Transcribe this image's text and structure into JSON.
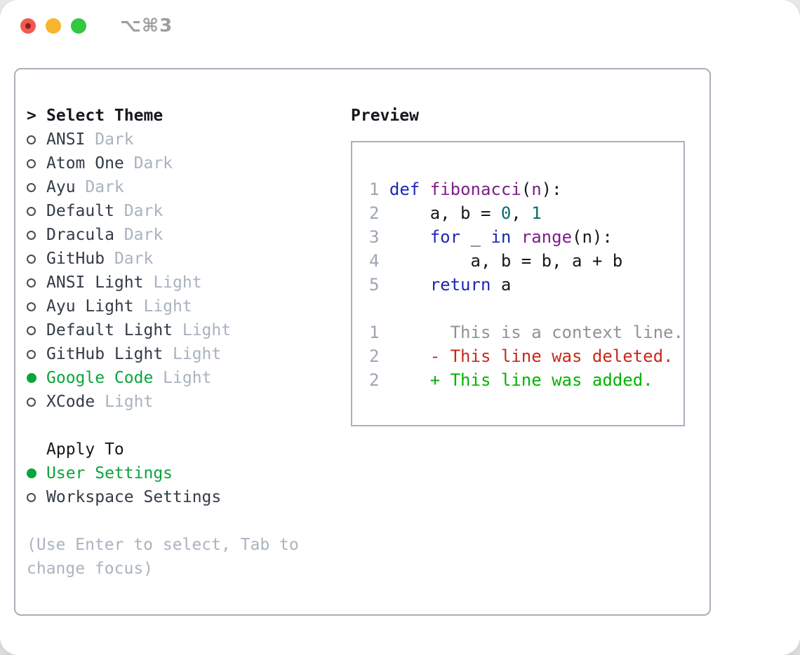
{
  "window": {
    "shortcut": "⌥⌘3",
    "traffic_lights": [
      "close",
      "minimize",
      "zoom"
    ]
  },
  "picker": {
    "header_marker": ">",
    "header_label": "Select Theme",
    "items": [
      {
        "name": "ANSI",
        "variant": "Dark",
        "selected": false
      },
      {
        "name": "Atom One",
        "variant": "Dark",
        "selected": false
      },
      {
        "name": "Ayu",
        "variant": "Dark",
        "selected": false
      },
      {
        "name": "Default",
        "variant": "Dark",
        "selected": false
      },
      {
        "name": "Dracula",
        "variant": "Dark",
        "selected": false
      },
      {
        "name": "GitHub",
        "variant": "Dark",
        "selected": false
      },
      {
        "name": "ANSI Light",
        "variant": "Light",
        "selected": false
      },
      {
        "name": "Ayu Light",
        "variant": "Light",
        "selected": false
      },
      {
        "name": "Default Light",
        "variant": "Light",
        "selected": false
      },
      {
        "name": "GitHub Light",
        "variant": "Light",
        "selected": false
      },
      {
        "name": "Google Code",
        "variant": "Light",
        "selected": true
      },
      {
        "name": "XCode",
        "variant": "Light",
        "selected": false
      }
    ],
    "apply_to_label": "Apply To",
    "apply_options": [
      {
        "label": "User Settings",
        "selected": true
      },
      {
        "label": "Workspace Settings",
        "selected": false
      }
    ],
    "hint_line1": "(Use Enter to select, Tab to",
    "hint_line2": "change focus)"
  },
  "preview": {
    "label": "Preview",
    "lines": [
      {
        "tokens": [
          [
            "1",
            "ln"
          ],
          [
            " ",
            "pl"
          ],
          [
            "def",
            "kw"
          ],
          [
            " ",
            "pl"
          ],
          [
            "fibonacci",
            "fn"
          ],
          [
            "(",
            "pl"
          ],
          [
            "n",
            "fn"
          ],
          [
            "):",
            "pl"
          ]
        ]
      },
      {
        "tokens": [
          [
            "2",
            "ln"
          ],
          [
            "     a, b = ",
            "pl"
          ],
          [
            "0",
            "num"
          ],
          [
            ", ",
            "pl"
          ],
          [
            "1",
            "num"
          ]
        ]
      },
      {
        "tokens": [
          [
            "3",
            "ln"
          ],
          [
            "     ",
            "pl"
          ],
          [
            "for",
            "kw"
          ],
          [
            " _ ",
            "pl"
          ],
          [
            "in",
            "kw"
          ],
          [
            " ",
            "pl"
          ],
          [
            "range",
            "fn"
          ],
          [
            "(n):",
            "pl"
          ]
        ]
      },
      {
        "tokens": [
          [
            "4",
            "ln"
          ],
          [
            "         a, b = b, a + b",
            "pl"
          ]
        ]
      },
      {
        "tokens": [
          [
            "5",
            "ln"
          ],
          [
            "     ",
            "pl"
          ],
          [
            "return",
            "kw"
          ],
          [
            " a",
            "pl"
          ]
        ]
      },
      {
        "tokens": []
      },
      {
        "tokens": [
          [
            "1",
            "ln"
          ],
          [
            "       ",
            "pl"
          ],
          [
            "This is a context line.",
            "ctx"
          ]
        ]
      },
      {
        "tokens": [
          [
            "2",
            "ln"
          ],
          [
            "     ",
            "pl"
          ],
          [
            "- This line was deleted.",
            "del"
          ]
        ]
      },
      {
        "tokens": [
          [
            "2",
            "ln"
          ],
          [
            "     ",
            "pl"
          ],
          [
            "+ This line was added.",
            "add"
          ]
        ]
      }
    ]
  },
  "colors": {
    "accent": "#0aa43c",
    "frame": "#a9b0ba",
    "heading": "#15181d",
    "item": "#333b46",
    "muted": "#a9b2c0",
    "circle": "#454c58",
    "hint": "#aab3bf",
    "linenum": "#9ba5b3",
    "kw": "#1c28b5",
    "fn": "#7c1f87",
    "numlit": "#0c6b6b",
    "code": "#15181d",
    "ctx": "#8f9398",
    "del": "#c9281a",
    "add": "#00b400",
    "tl-red": "#f05b51",
    "tl-red-dot": "#8c1d18",
    "tl-yellow": "#f8b62d",
    "tl-green": "#32c83f",
    "tb-text": "#9e9e9e"
  }
}
